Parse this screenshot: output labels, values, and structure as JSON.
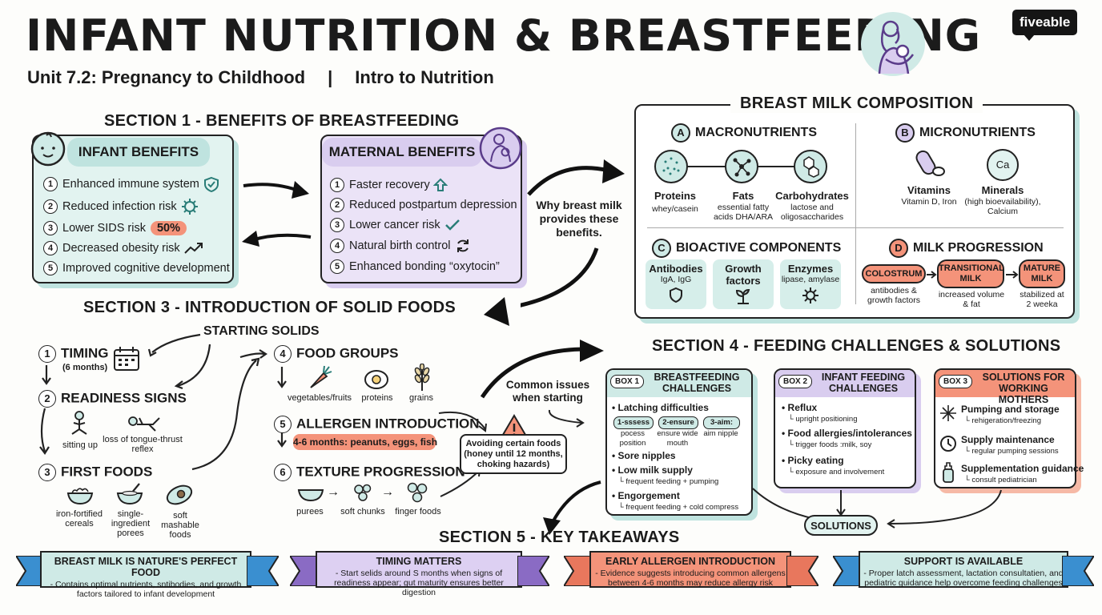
{
  "header": {
    "title": "INFANT NUTRITION & BREASTFEEDING",
    "unit": "Unit 7.2: Pregnancy to Childhood",
    "separator": "|",
    "course": "Intro to Nutrition",
    "logo": "fiveable"
  },
  "colors": {
    "teal": "#cfeae6",
    "purple": "#ddd0f2",
    "orange": "#f4937a",
    "blue": "#3a8fd0"
  },
  "section1": {
    "heading": "SECTION 1 - BENEFITS OF BREASTFEEDING",
    "infant": {
      "title": "INFANT BENEFITS",
      "items": [
        {
          "n": "1",
          "text": "Enhanced immune system"
        },
        {
          "n": "2",
          "text": "Reduced infection risk"
        },
        {
          "n": "3",
          "text": "Lower SIDS risk",
          "badge": "50%"
        },
        {
          "n": "4",
          "text": "Decreased obesity risk"
        },
        {
          "n": "5",
          "text": "Improved cognitive development"
        }
      ]
    },
    "maternal": {
      "title": "MATERNAL BENEFITS",
      "items": [
        {
          "n": "1",
          "text": "Faster recovery"
        },
        {
          "n": "2",
          "text": "Reduced postpartum depression"
        },
        {
          "n": "3",
          "text": "Lower cancer risk"
        },
        {
          "n": "4",
          "text": "Natural birth control"
        },
        {
          "n": "5",
          "text": "Enhanced bonding “oxytocin”"
        }
      ]
    },
    "why_note": "Why breast milk provides these benefits."
  },
  "composition": {
    "heading": "BREAST MILK COMPOSITION",
    "macro": {
      "letter": "A",
      "title": "MACRONUTRIENTS",
      "items": [
        {
          "name": "Proteins",
          "sub": "whey/casein"
        },
        {
          "name": "Fats",
          "sub": "essential fatty acids DHA/ARA"
        },
        {
          "name": "Carbohydrates",
          "sub": "lactose and oligosaccharides"
        }
      ]
    },
    "micro": {
      "letter": "B",
      "title": "MICRONUTRIENTS",
      "items": [
        {
          "name": "Vitamins",
          "sub": "Vitamin D, Iron"
        },
        {
          "name": "Minerals",
          "sub": "(high bioevailability), Calcium"
        }
      ],
      "ca_symbol": "Ca"
    },
    "bioactive": {
      "letter": "C",
      "title": "BIOACTIVE COMPONENTS",
      "items": [
        {
          "name": "Antibodies",
          "sub": "IgA, IgG"
        },
        {
          "name": "Growth factors",
          "sub": ""
        },
        {
          "name": "Enzymes",
          "sub": "lipase, amylase"
        }
      ]
    },
    "progression": {
      "letter": "D",
      "title": "MILK PROGRESSION",
      "stages": [
        {
          "name": "COLOSTRUM",
          "sub": "antibodies & growth factors"
        },
        {
          "name": "TRANSITIONAL MILK",
          "sub": "increased volume & fat"
        },
        {
          "name": "MATURE MILK",
          "sub": "stabilized at 2 weeka"
        }
      ]
    }
  },
  "section3": {
    "heading": "SECTION 3 - INTRODUCTION OF SOLID FOODS",
    "start": "STARTING SOLIDS",
    "timing": {
      "n": "1",
      "title": "TIMING",
      "sub": "(6 months)"
    },
    "readiness": {
      "n": "2",
      "title": "READINESS SIGNS",
      "items": [
        "sitting up",
        "loss of tongue-thrust reflex"
      ]
    },
    "first": {
      "n": "3",
      "title": "FIRST FOODS",
      "items": [
        "iron-fortified cereals",
        "single-ingredient porees",
        "soft mashable foods"
      ]
    },
    "groups": {
      "n": "4",
      "title": "FOOD GROUPS",
      "items": [
        "vegetables/fruits",
        "proteins",
        "grains"
      ]
    },
    "allergen": {
      "n": "5",
      "title": "ALLERGEN INTRODUCTION",
      "note": "4-6 months: peanuts, eggs, fish"
    },
    "texture": {
      "n": "6",
      "title": "TEXTURE PROGRESSION",
      "items": [
        "purees",
        "soft chunks",
        "finger foods"
      ],
      "arrow": "→"
    },
    "common": "Common issues when starting",
    "avoid": "Avoiding certain foods (honey until 12 months, choking hazards)"
  },
  "section4": {
    "heading": "SECTION 4 - FEEDING CHALLENGES & SOLUTIONS",
    "box1": {
      "tag": "BOX 1",
      "title": "BREASTFEEDING CHALLENGES",
      "latch": "Latching difficulties",
      "steps": [
        {
          "k": "1-sssess",
          "v": "pocess position"
        },
        {
          "k": "2-ensure",
          "v": "ensure wide mouth"
        },
        {
          "k": "3-aim:",
          "v": "aim nipple"
        }
      ],
      "items": [
        {
          "t": "Sore nipples",
          "s": ""
        },
        {
          "t": "Low milk supply",
          "s": "frequent feeding + pumping"
        },
        {
          "t": "Engorgement",
          "s": "frequent feeding + cold compress"
        }
      ]
    },
    "box2": {
      "tag": "BOX 2",
      "title": "INFANT FEEDING CHALLENGES",
      "items": [
        {
          "t": "Reflux",
          "s": "upright positioning"
        },
        {
          "t": "Food allergies/intolerances",
          "s": "trigger foods :milk, soy"
        },
        {
          "t": "Picky eating",
          "s": "exposure and involvement"
        }
      ]
    },
    "box3": {
      "tag": "BOX 3",
      "title": "SOLUTIONS FOR WORKING MOTHERS",
      "items": [
        {
          "t": "Pumping and storage",
          "s": "rehigeration/freezing"
        },
        {
          "t": "Supply maintenance",
          "s": "regular pumping sessions"
        },
        {
          "t": "Supplementation guidance",
          "s": "consult pediatrician"
        }
      ]
    },
    "solutions": "SOLUTIONS"
  },
  "section5": {
    "heading": "SECTION 5 - KEY TAKEAWAYS",
    "banners": [
      {
        "title": "BREAST MILK IS NATURE'S PERFECT FOOD",
        "text": "- Contains optimal nutrients, sntibodies, and growth factors tailored to infant development"
      },
      {
        "title": "TIMING MATTERS",
        "text": "- Start selids around S months when signs of readiness appear; gut maturity ensures better digestion"
      },
      {
        "title": "EARLY ALLERGEN INTRODUCTION",
        "text": "- Evidence suggests introducing common allergens between 4-6 months may reduce allergy risk"
      },
      {
        "title": "SUPPORT IS AVAILABLE",
        "text": "- Proper latch assessment, lactation consultatien, and pediatric guidance help overcome feeding challenges"
      }
    ]
  }
}
